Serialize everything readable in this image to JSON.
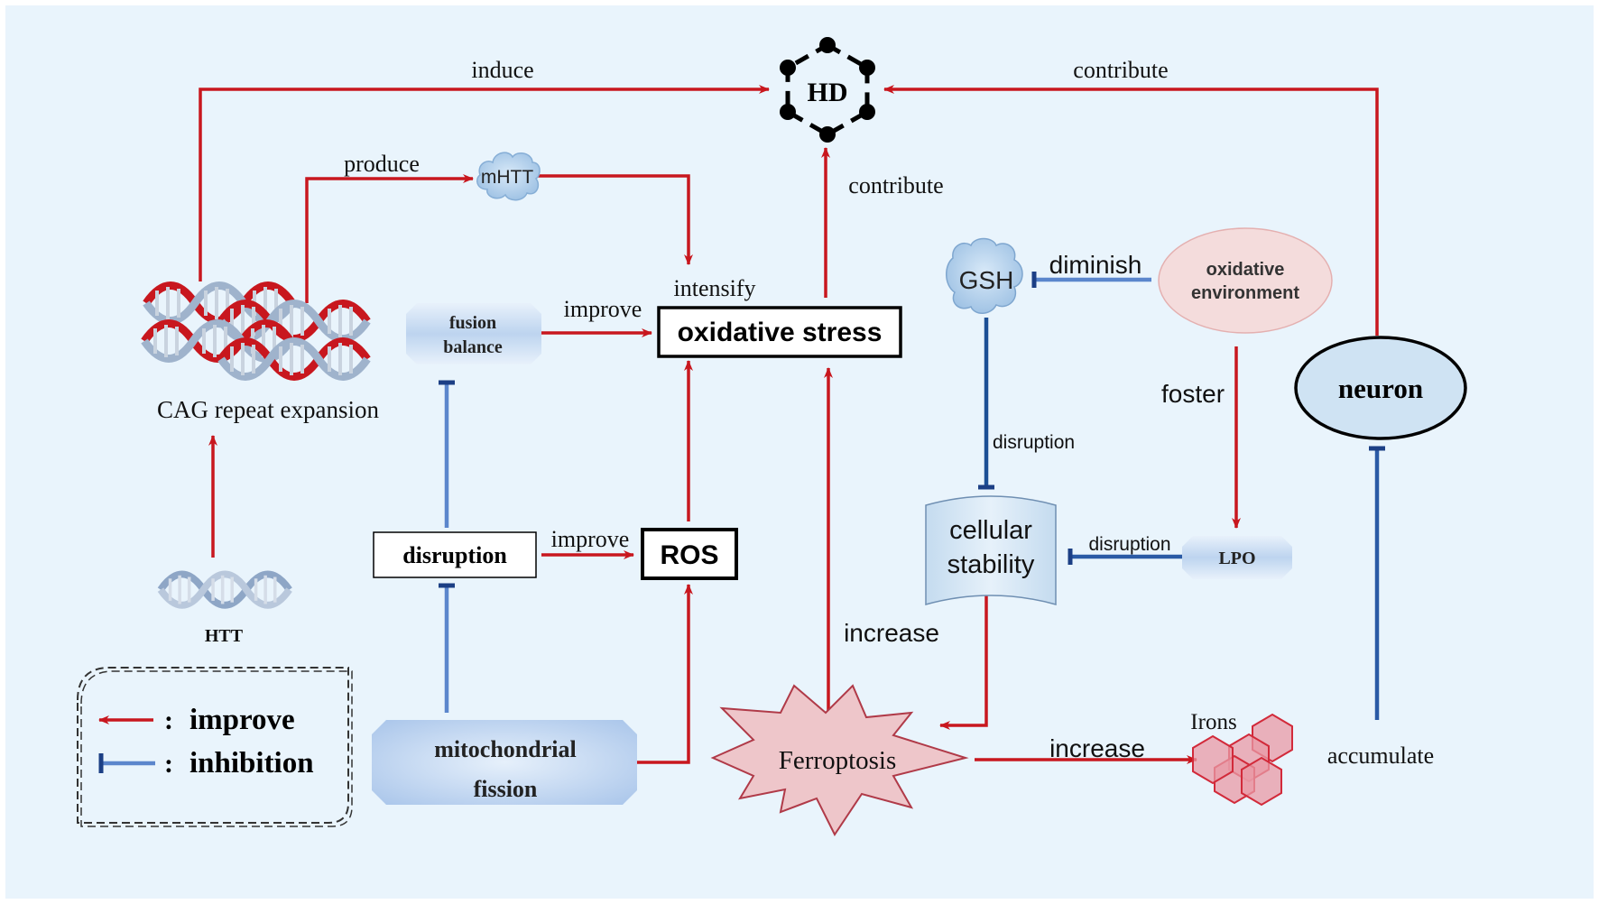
{
  "diagram": {
    "nodes": {
      "hd": "HD",
      "mhtt": "mHTT",
      "cag": "CAG repeat expansion",
      "htt": "HTT",
      "fusion_line1": "fusion",
      "fusion_line2": "balance",
      "oxidative_stress": "oxidative stress",
      "disruption_box": "disruption",
      "ros": "ROS",
      "mito_line1": "mitochondrial",
      "mito_line2": "fission",
      "gsh": "GSH",
      "oxenv_line1": "oxidative",
      "oxenv_line2": "environment",
      "neuron": "neuron",
      "cell_line1": "cellular",
      "cell_line2": "stability",
      "lpo": "LPO",
      "ferroptosis": "Ferroptosis",
      "irons": "Irons"
    },
    "edge_labels": {
      "induce": "induce",
      "contribute_top": "contribute",
      "produce": "produce",
      "contribute_mid": "contribute",
      "intensify": "intensify",
      "improve_fusion": "improve",
      "improve_ros": "improve",
      "diminish": "diminish",
      "foster": "foster",
      "disruption_gsh": "disruption",
      "disruption_lpo": "disruption",
      "increase_ferro": "increase",
      "increase_irons": "increase",
      "accumulate": "accumulate"
    },
    "legend": {
      "improve": "improve",
      "inhibition": "inhibition",
      "separator": ":"
    },
    "colors": {
      "improve": "#c8171e",
      "inhibition": "#3a6fc0",
      "background": "#e9f4fc",
      "node_fill": "#cfe3f3"
    }
  }
}
